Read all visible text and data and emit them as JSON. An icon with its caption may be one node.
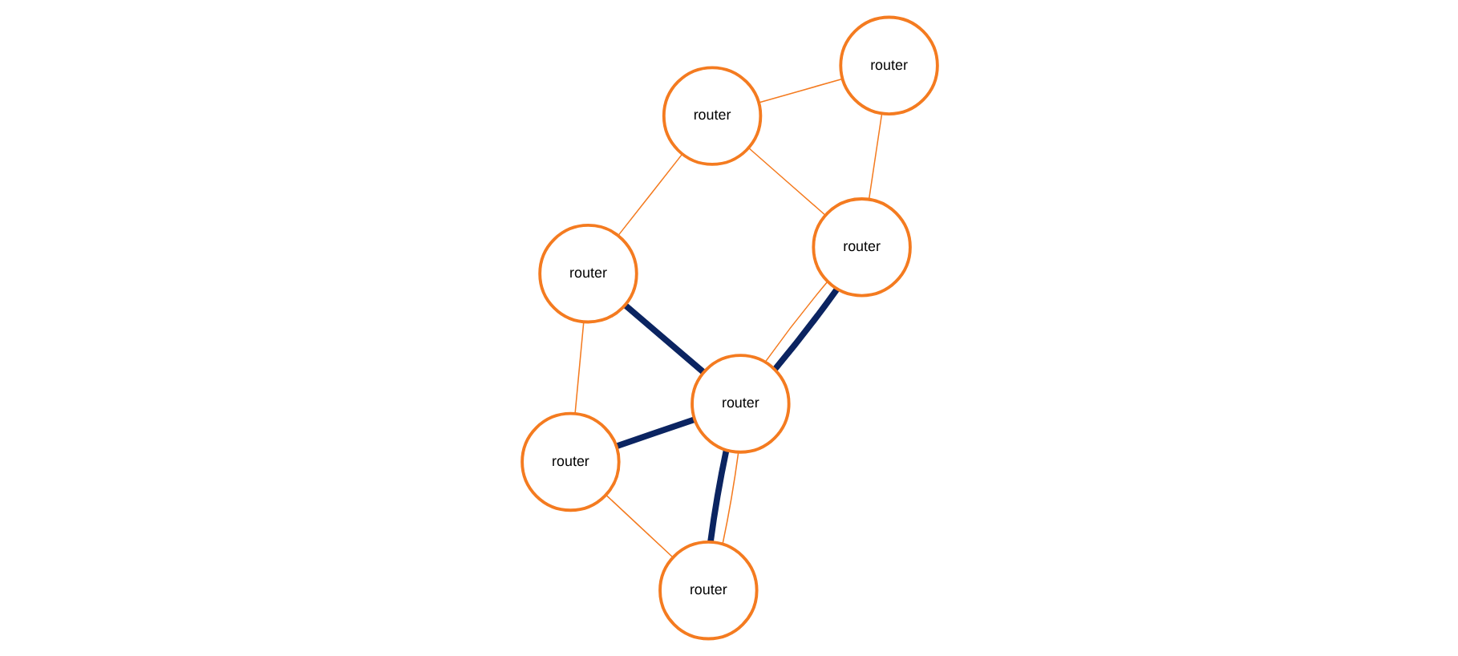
{
  "diagram": {
    "nodes": [
      {
        "text": [
          "router"
        ]
      },
      {
        "text": [
          "router"
        ]
      },
      {
        "text": [
          "router"
        ]
      },
      {
        "text": [
          "router"
        ]
      },
      {
        "text": [
          "router"
        ]
      },
      {
        "text": [
          "router"
        ]
      },
      {
        "text": [
          "router"
        ]
      }
    ],
    "edges": [
      {
        "from": 0,
        "to": 1,
        "arrow": "none"
      },
      {
        "from": 0,
        "to": 2,
        "arrow": "none"
      },
      {
        "from": 2,
        "to": 4,
        "arrow": "none"
      },
      {
        "from": 4,
        "to": 3,
        "arrow": "none"
      },
      {
        "from": 3,
        "to": 6,
        "arrow": "none"
      },
      {
        "from": 1,
        "to": 6,
        "arrow": "none"
      },
      {
        "from": 1,
        "to": 5,
        "arrow": "none"
      },
      {
        "from": 5,
        "to": 6,
        "arrow": "none"
      },
      {
        "from": 0,
        "to": 1,
        "arrow": "none",
        "style": "thick",
        "color": "#0b2461"
      },
      {
        "from": 0,
        "to": 2,
        "arrow": "none",
        "style": "thick",
        "color": "#0b2461"
      },
      {
        "from": 0,
        "to": 4,
        "arrow": "none",
        "style": "thick",
        "color": "#0b2461"
      },
      {
        "from": 0,
        "to": 3,
        "arrow": "none",
        "style": "thick",
        "color": "#0b2461"
      }
    ]
  }
}
